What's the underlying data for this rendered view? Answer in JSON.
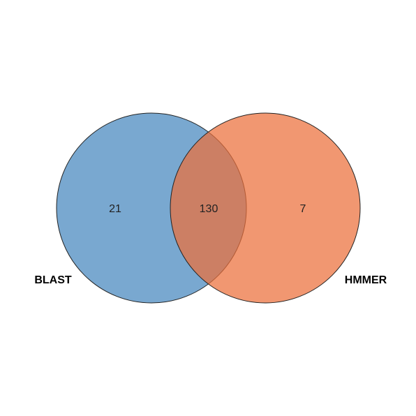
{
  "venn": {
    "sets": [
      {
        "name": "BLAST",
        "color": "#3A7FBA",
        "opacity": 0.68
      },
      {
        "name": "HMMER",
        "color": "#EC6F3A",
        "opacity": 0.72
      }
    ],
    "counts": {
      "blast_only": "21",
      "intersection": "130",
      "hmmer_only": "7"
    },
    "outline_color": "#222222"
  }
}
